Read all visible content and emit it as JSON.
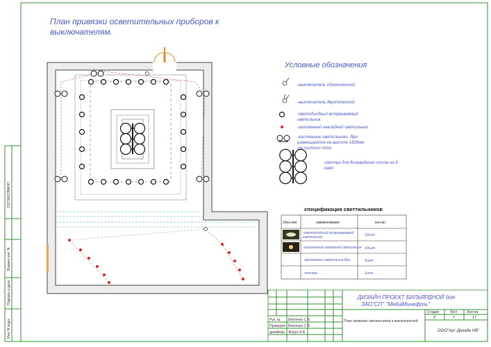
{
  "title": "План привязки осветительных  приборов к выключателям.",
  "legend": {
    "heading": "Условные обозначения",
    "items": [
      "-выключатель однополюсной",
      "-выключатель двухполюсной",
      "-светодиодный встраиваемый светильник",
      "-галогенный накладной светильник",
      "-настенные  светильники -бра размещаются на высоте 1600мм от чистого пола",
      "-люстра для бильярдного стола на 6 ламп"
    ]
  },
  "spec": {
    "title": "спецификация светтильников",
    "headers": [
      "обоз-ние",
      "наименование",
      "кол-во"
    ],
    "rows": [
      {
        "name": "-светодиодный встраиваемый светильник",
        "qty": "22шт"
      },
      {
        "name": "-галогенный накладной светильник",
        "qty": "10шт"
      },
      {
        "name": "настенный светильник-бра",
        "qty": "5шт"
      },
      {
        "name": "люстра",
        "qty": "1шт"
      }
    ]
  },
  "stamp": {
    "project": "ДИЗАЙН ПРОЕКТ БИЛЬЯРДНОЙ для ЗАО\"СП\" \"МеКаМинефть\"",
    "sheet_title": "План привязки светильников и выключателей",
    "stage_label": "Стадия",
    "sheet_label": "Лист",
    "sheets_label": "Листов",
    "stage": "Р",
    "sheet": "7",
    "sheets": "17",
    "company": "ООО\"Арт-Дизайн НВ\"",
    "people": [
      {
        "role": "Рук. гр.",
        "name": "Бектенко С.В."
      },
      {
        "role": "Проверил",
        "name": "Бектенко С.В."
      },
      {
        "role": "дизайнер",
        "name": "Журух А.В"
      }
    ]
  },
  "side": {
    "agreed": "СОГЛАСОВАНО",
    "inv_no_replace": "Взамен инв. N",
    "sign_date": "Подпись и дата",
    "inv_no_orig": "Инв. N подл."
  }
}
